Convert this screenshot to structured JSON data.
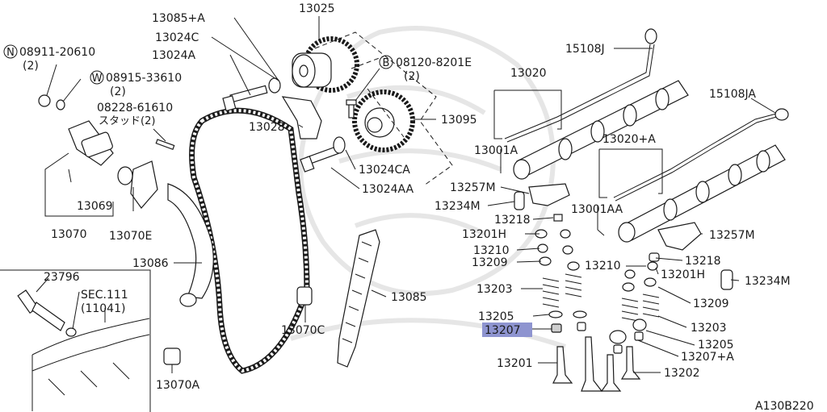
{
  "diagram_id": "A130B220",
  "highlighted_part": "13207",
  "labels": {
    "l13085a": "13085+A",
    "l13025": "13025",
    "l13024c": "13024C",
    "l13024a": "13024A",
    "l08911_code": "08911-20610",
    "l08911_circle": "N",
    "l08911_qty": "(2)",
    "l08915_code": "08915-33610",
    "l08915_circle": "W",
    "l08915_qty": "(2)",
    "l08228_code": "08228-61610",
    "l08228_note": "スタッド(2)",
    "l08120_code": "08120-8201E",
    "l08120_circle": "B",
    "l08120_qty": "(2)",
    "l15108j": "15108J",
    "l13020": "13020",
    "l15108ja": "15108JA",
    "l13028": "13028",
    "l13095": "13095",
    "l13001a": "13001A",
    "l13020a": "13020+A",
    "l13024ca": "13024CA",
    "l13024aa": "13024AA",
    "l13257m": "13257M",
    "l13234m": "13234M",
    "l13001aa": "13001AA",
    "l13069": "13069",
    "l13070": "13070",
    "l13070e": "13070E",
    "l13218": "13218",
    "l13201h": "13201H",
    "l13257m_r": "13257M",
    "l13210": "13210",
    "l13209": "13209",
    "l13218_r": "13218",
    "l13086": "13086",
    "l13210_r": "13210",
    "l13201h_r": "13201H",
    "l13234m_r": "13234M",
    "l23796": "23796",
    "l13203": "13203",
    "l13085": "13085",
    "l13209_r": "13209",
    "l_sec": "SEC.111",
    "l_sec_ref": "(11041)",
    "l13205": "13205",
    "l13070c": "13070C",
    "l13203_r": "13203",
    "l13207": "13207",
    "l13205_r": "13205",
    "l13207a": "13207+A",
    "l13201": "13201",
    "l13202": "13202",
    "l13070a": "13070A"
  }
}
